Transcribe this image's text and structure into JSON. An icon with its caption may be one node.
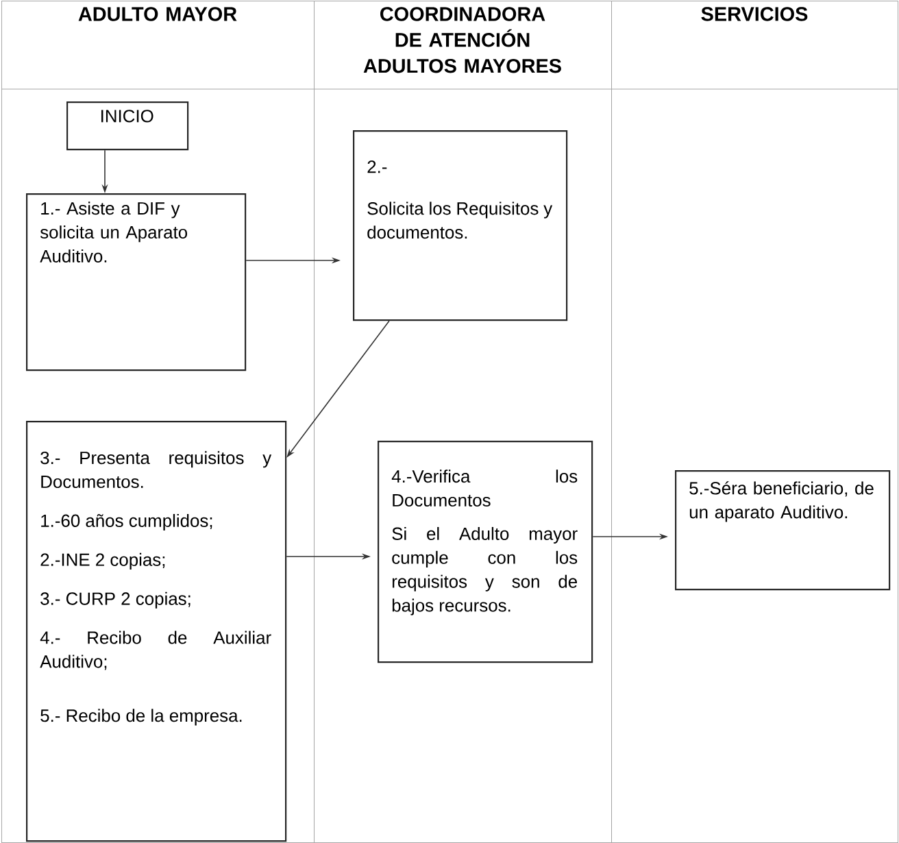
{
  "diagram": {
    "nodes": [
      {
        "text": [
          "ADULTO MAYOR"
        ]
      },
      {
        "text": [
          "COORDINADORA DE ATENCIÓN ADULTOS MAYORES"
        ]
      },
      {
        "text": [
          "SERVICIOS"
        ]
      },
      {
        "text": [
          "INICIO"
        ],
        "in": 0
      },
      {
        "text": [
          "1.- Asiste a DIF y solicita un Aparato Auditivo."
        ],
        "in": 0
      },
      {
        "text": [
          "2.-",
          "Solicita los Requisitos y documentos."
        ],
        "in": 1
      },
      {
        "text": [
          "3.- Presenta requisitos y Documentos.",
          "1.-60 años cumplidos;",
          "2.-INE 2 copias;",
          "3.- CURP 2 copias;",
          "4.- Recibo de Auxiliar Auditivo;",
          "5.- Recibo de la empresa."
        ],
        "in": 0
      },
      {
        "text": [
          "4.-Verifica los Documentos",
          "Si el Adulto mayor cumple con los requisitos y son de bajos recursos."
        ],
        "in": 1
      },
      {
        "text": [
          "5.-Séra beneficiario, de un aparato Auditivo."
        ],
        "in": 2
      }
    ],
    "edges": [
      {
        "from": 3,
        "to": 4,
        "arrow": "to"
      },
      {
        "from": 4,
        "to": 5,
        "arrow": "to"
      },
      {
        "from": 5,
        "to": 6,
        "arrow": "to"
      },
      {
        "from": 6,
        "to": 7,
        "arrow": "to"
      },
      {
        "from": 7,
        "to": 8,
        "arrow": "to"
      }
    ]
  }
}
